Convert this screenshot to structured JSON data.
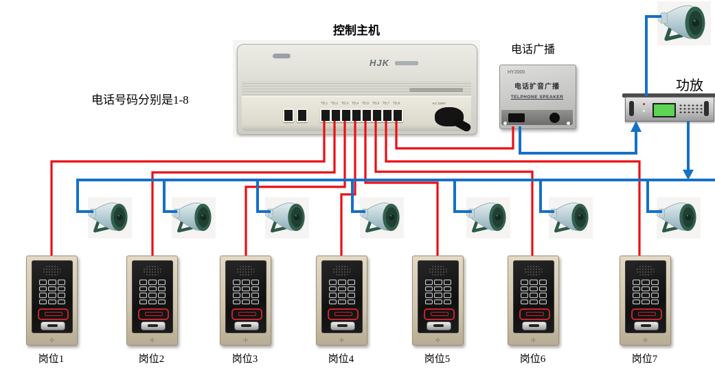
{
  "title": "控制主机",
  "note": "电话号码分别是1-8",
  "host": {
    "brand": "HJK",
    "ports": [
      "TEL1",
      "TEL2",
      "TEL3",
      "TEL4",
      "TEL5",
      "TEL6",
      "TEL7",
      "TEL8"
    ],
    "power_label": "AC 220V"
  },
  "broadcast": {
    "label": "电话广播",
    "model": "HY2000",
    "name_cn": "电话扩音广播",
    "name_en": "TELPHONE SPEAKER"
  },
  "amplifier": {
    "label": "功放"
  },
  "stations": [
    {
      "label": "岗位1"
    },
    {
      "label": "岗位2"
    },
    {
      "label": "岗位3"
    },
    {
      "label": "岗位4"
    },
    {
      "label": "岗位5"
    },
    {
      "label": "岗位6"
    },
    {
      "label": "岗位7"
    }
  ],
  "colors": {
    "red_line": "#ea0f14",
    "blue_line": "#1570c6"
  }
}
